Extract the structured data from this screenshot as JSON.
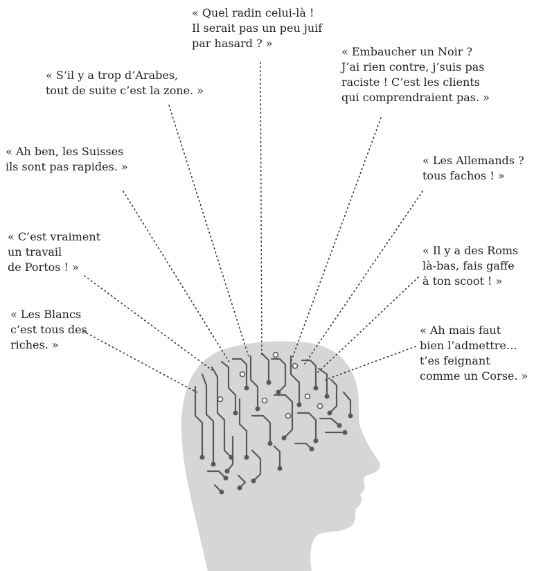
{
  "quotes": [
    {
      "id": "juif",
      "lines": [
        "« Quel radin celui-là !",
        "Il serait pas un peu juif",
        "par hasard ? »"
      ]
    },
    {
      "id": "arabes",
      "lines": [
        "« S’il y a trop d’Arabes,",
        "tout de suite c’est la zone. »"
      ]
    },
    {
      "id": "noir",
      "lines": [
        "« Embaucher un Noir ?",
        "J’ai rien contre, j’suis pas",
        "raciste ! C’est les clients",
        "qui comprendraient pas. »"
      ]
    },
    {
      "id": "suisses",
      "lines": [
        "« Ah ben, les Suisses",
        "ils sont pas rapides. »"
      ]
    },
    {
      "id": "allemands",
      "lines": [
        "« Les Allemands ?",
        "tous fachos !  »"
      ]
    },
    {
      "id": "portos",
      "lines": [
        "« C’est vraiment",
        "un travail",
        "de Portos ! »"
      ]
    },
    {
      "id": "roms",
      "lines": [
        " « Il y a des Roms",
        "là-bas, fais gaffe",
        "à ton scoot ! »"
      ]
    },
    {
      "id": "blancs",
      "lines": [
        "« Les Blancs",
        "c’est tous des",
        "riches. »"
      ]
    },
    {
      "id": "corse",
      "lines": [
        "« Ah mais faut",
        "bien l’admettre…",
        "t’es feignant",
        "comme un Corse. »"
      ]
    }
  ],
  "colors": {
    "head_fill": "#d6d6d6",
    "circuit": "#555a60",
    "dotted_line": "#333333",
    "text": "#222222"
  },
  "icons": {
    "head": "head-silhouette-icon",
    "brain": "circuit-brain-icon"
  }
}
